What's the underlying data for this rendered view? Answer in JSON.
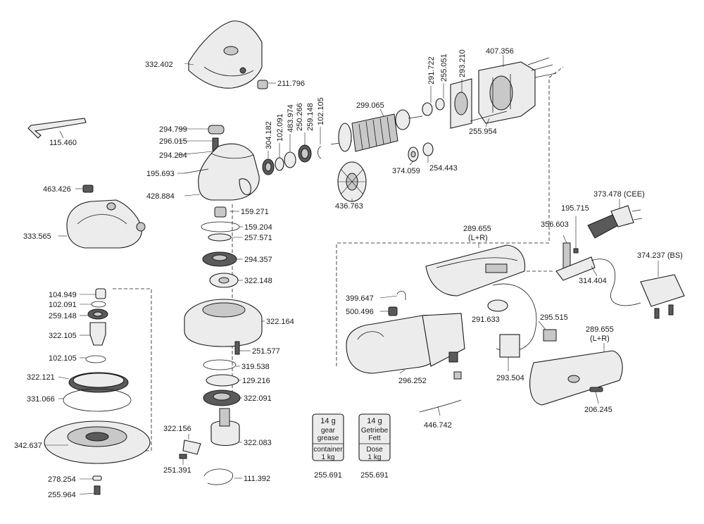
{
  "parts": {
    "p332_402": "332.402",
    "p211_796": "211.796",
    "p115_460": "115.460",
    "p294_799": "294.799",
    "p296_015": "296.015",
    "p294_284": "294.284",
    "p195_693": "195.693",
    "p428_884": "428.884",
    "p463_426": "463.426",
    "p333_565": "333.565",
    "p304_182": "304.182",
    "p102_091_top": "102.091",
    "p483_974": "483.974",
    "p250_266": "250.266",
    "p259_148_top": "259.148",
    "p102_105_top": "102.105",
    "p299_065": "299.065",
    "p291_722": "291.722",
    "p255_051": "255.051",
    "p293_210": "293.210",
    "p407_356": "407.356",
    "p255_954": "255.954",
    "p374_059": "374.059",
    "p254_443": "254.443",
    "p436_763": "436.763",
    "p159_271": "159.271",
    "p159_204": "159.204",
    "p257_571": "257.571",
    "p294_357": "294.357",
    "p322_148": "322.148",
    "p322_164": "322.164",
    "p251_577": "251.577",
    "p319_538": "319.538",
    "p129_216": "129.216",
    "p322_091": "322.091",
    "p322_156": "322.156",
    "p322_083": "322.083",
    "p251_391": "251.391",
    "p111_392": "111.392",
    "p104_949": "104.949",
    "p102_091_left": "102.091",
    "p259_148_left": "259.148",
    "p322_105": "322.105",
    "p102_105_left": "102.105",
    "p322_121": "322.121",
    "p331_066": "331.066",
    "p342_637": "342.637",
    "p278_254": "278.254",
    "p255_964": "255.964",
    "p289_655_top": "289.655",
    "p289_655_top_sub": "(L+R)",
    "p399_647": "399.647",
    "p500_496": "500.496",
    "p291_633": "291.633",
    "p295_515": "295.515",
    "p296_252": "296.252",
    "p293_504": "293.504",
    "p289_655_right": "289.655",
    "p289_655_right_sub": "(L+R)",
    "p206_245": "206.245",
    "p446_742": "446.742",
    "p356_603": "356.603",
    "p195_715": "195.715",
    "p373_478": "373.478 (CEE)",
    "p314_404": "314.404",
    "p374_237": "374.237 (BS)"
  },
  "containers": {
    "grease": {
      "weight": "14 g",
      "line1": "gear",
      "line2": "grease",
      "line3": "container",
      "line4": "1 kg",
      "part_no": "255.691"
    },
    "fett": {
      "weight": "14 g",
      "line1": "Getriebe",
      "line2": "Fett",
      "line3": "Dose",
      "line4": "1 kg",
      "part_no": "255.691"
    }
  }
}
